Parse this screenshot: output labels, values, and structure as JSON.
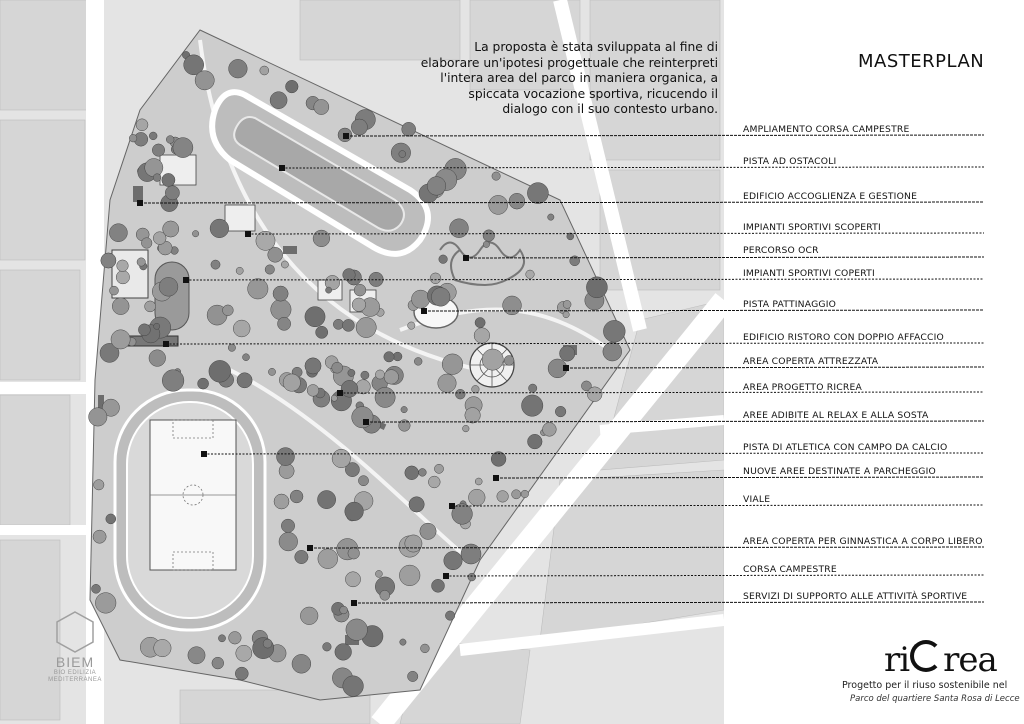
{
  "header": {
    "title": "MASTERPLAN",
    "intro_lines": [
      "La proposta è stata sviluppata al fine di",
      "elaborare un'ipotesi progettuale che reinterpreti",
      "l'intera area del parco in maniera organica, a",
      "spiccata vocazione sportiva, ricucendo il",
      "dialogo con il suo contesto urbano."
    ]
  },
  "legend": [
    "AMPLIAMENTO CORSA CAMPESTRE",
    "PISTA AD OSTACOLI",
    "EDIFICIO ACCOGLIENZA E GESTIONE",
    "IMPIANTI SPORTIVI SCOPERTI",
    "PERCORSO OCR",
    "IMPIANTI SPORTIVI COPERTI",
    "PISTA PATTINAGGIO",
    "EDIFICIO RISTORO CON DOPPIO AFFACCIO",
    "AREA COPERTA ATTREZZATA",
    "AREA PROGETTO RICREA",
    "AREE ADIBITE AL RELAX E ALLA SOSTA",
    "PISTA DI ATLETICA CON CAMPO DA CALCIO",
    "NUOVE AREE DESTINATE A PARCHEGGIO",
    "VIALE",
    "AREA COPERTA PER GINNASTICA A CORPO LIBERO",
    "CORSA CAMPESTRE",
    "SERVIZI DI SUPPORTO ALLE ATTIVITÀ SPORTIVE"
  ],
  "brand": {
    "logo_text_pre": "ri",
    "logo_text_post": "rea",
    "tagline": "Progetto per il riuso sostenibile nel",
    "subtitle": "Parco del quartiere Santa Rosa di Lecce"
  },
  "watermark": {
    "name": "BIEM",
    "line1": "BIO EDILIZIA",
    "line2": "MEDITERRANEA"
  },
  "colors": {
    "background": "#e4e4e4",
    "park": "#cfcfcf",
    "tree": "#8a8a8a",
    "road": "#ffffff",
    "line": "#111111"
  }
}
